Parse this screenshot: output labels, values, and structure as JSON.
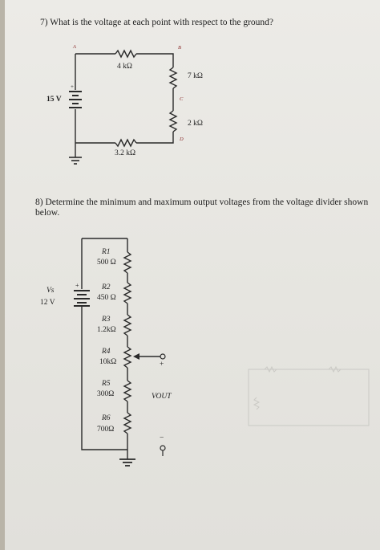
{
  "question7": {
    "text": "7) What is the voltage at each point with respect to the ground?",
    "source_label": "15 V",
    "resistors": [
      "4 kΩ",
      "7 kΩ",
      "2 kΩ",
      "3.2 kΩ"
    ],
    "points": [
      "A",
      "B",
      "C",
      "D"
    ]
  },
  "question8": {
    "text": "8) Determine the minimum and maximum output voltages from the voltage divider shown below.",
    "source": {
      "symbol": "Vs",
      "value": "12 V"
    },
    "resistors": [
      {
        "name": "R1",
        "value": "500 Ω"
      },
      {
        "name": "R2",
        "value": "450 Ω"
      },
      {
        "name": "R3",
        "value": "1.2kΩ"
      },
      {
        "name": "R4",
        "value": "10kΩ"
      },
      {
        "name": "R5",
        "value": "300Ω"
      },
      {
        "name": "R6",
        "value": "700Ω"
      }
    ],
    "output_label": "VOUT",
    "plus": "+",
    "minus": "−"
  }
}
